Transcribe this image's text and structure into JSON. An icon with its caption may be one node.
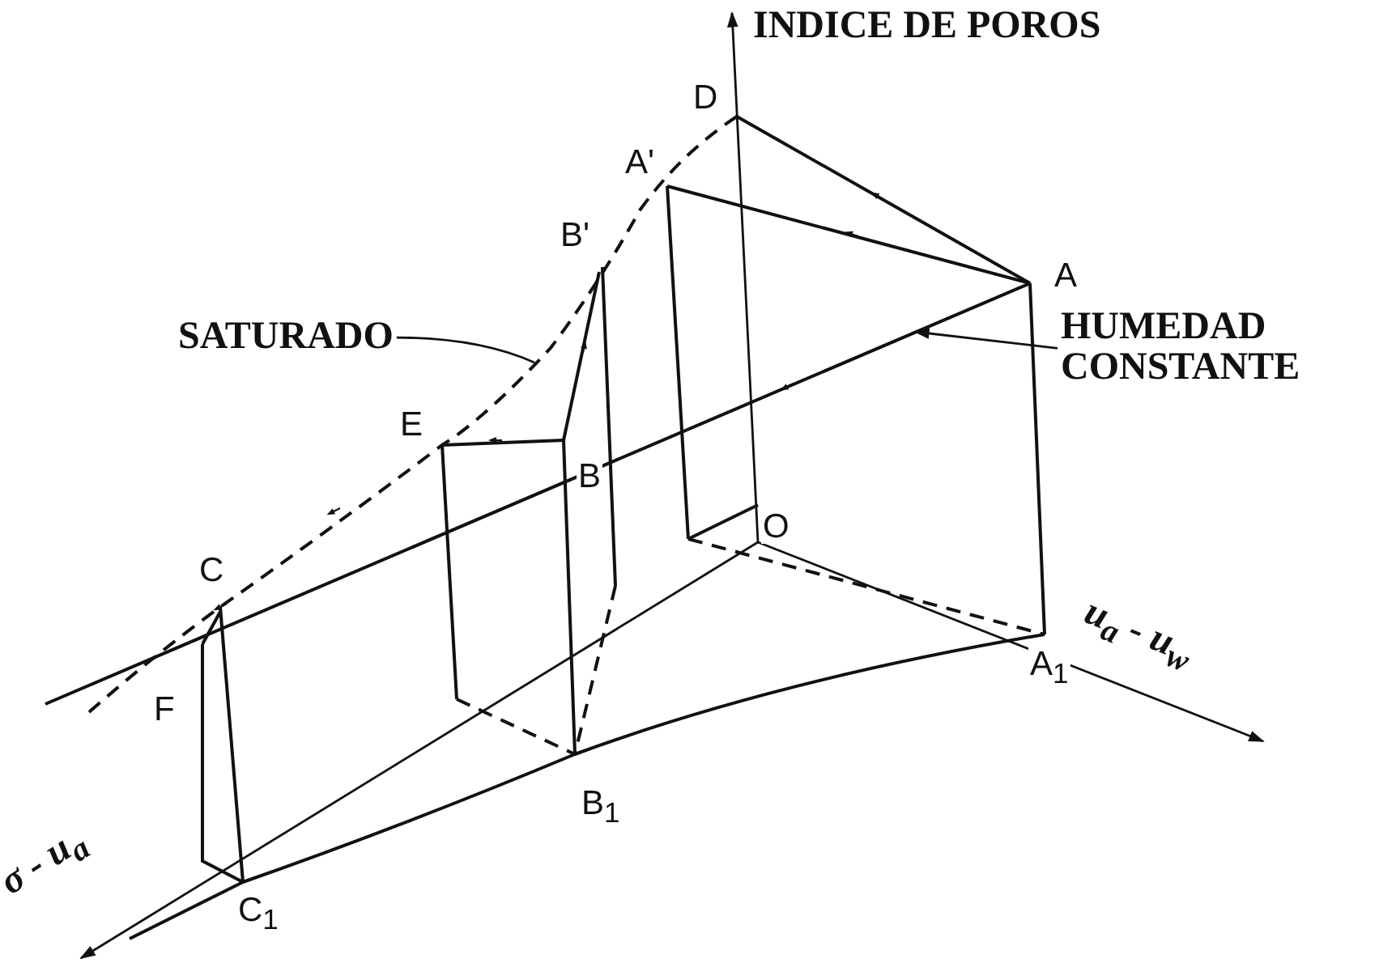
{
  "diagram": {
    "nodes": [
      {
        "text": [
          "SATURADO"
        ]
      },
      {
        "text": [
          "HUMEDAD CONSTANTE"
        ]
      }
    ],
    "edges": [
      {
        "from": 0,
        "to": null,
        "arrow": "none"
      },
      {
        "from": 1,
        "to": null,
        "arrow": "to"
      }
    ],
    "labels": [
      "INDICE DE POROS",
      "D",
      "A'",
      "B'",
      "A",
      "E",
      "B",
      "O",
      "C",
      "u$_{a}$ - u$_{w}$",
      "F",
      "A$_{1}$",
      "B$_{1}$",
      "σ - u$_{a}$",
      "C$_{1}$"
    ]
  }
}
